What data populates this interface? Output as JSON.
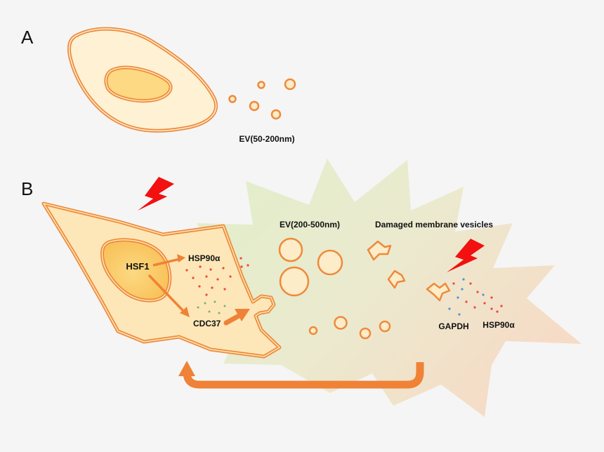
{
  "panels": {
    "a": {
      "letter": "A",
      "ev_label": "EV(50-200nm)"
    },
    "b": {
      "letter": "B",
      "hsf1": "HSF1",
      "hsp90_left": "HSP90α",
      "cdc37": "CDC37",
      "ev_large_label": "EV(200-500nm)",
      "damaged_label": "Damaged membrane vesicles",
      "gapdh": "GAPDH",
      "hsp90_right": "HSP90α"
    }
  },
  "colors": {
    "cell_fill": "#fde7b8",
    "cell_outline": "#ee8a3c",
    "nucleus_fill": "#fbd67a",
    "bolt": "#f21010",
    "arrow": "#ef8236",
    "dot_red": "#f0473a",
    "dot_blue": "#5b8fd6",
    "dot_green": "#7ab36a"
  }
}
